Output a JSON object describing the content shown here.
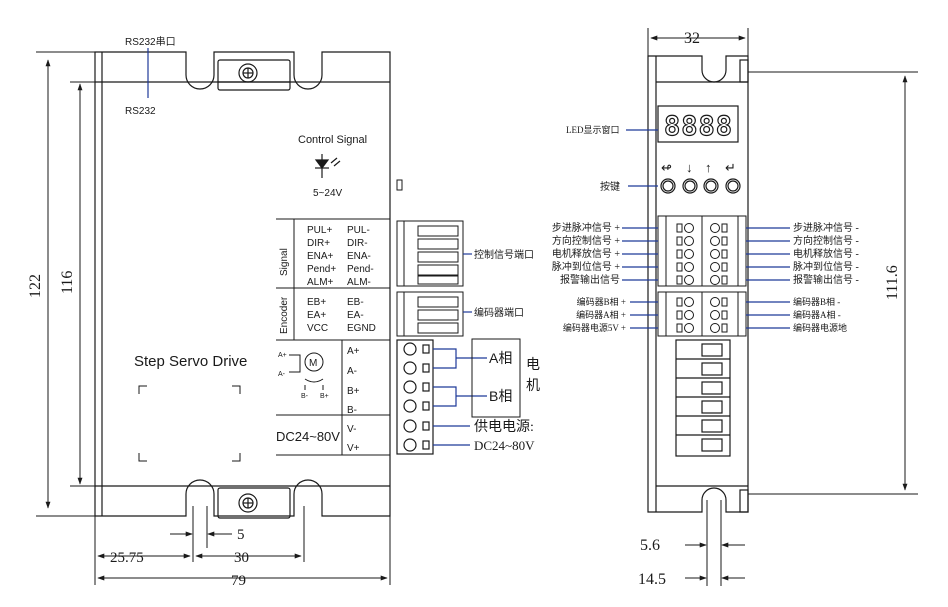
{
  "front": {
    "rs232_port_cn": "RS232串口",
    "rs232_label": "RS232",
    "control_signal": "Control Signal",
    "voltage_range": "5~24V",
    "signal_group": "Signal",
    "encoder_group": "Encoder",
    "signal_pos": [
      "PUL+",
      "DIR+",
      "ENA+",
      "Pend+",
      "ALM+"
    ],
    "signal_neg": [
      "PUL-",
      "DIR-",
      "ENA-",
      "Pend-",
      "ALM-"
    ],
    "encoder_pos": [
      "EB+",
      "EA+",
      "VCC"
    ],
    "encoder_neg": [
      "EB-",
      "EA-",
      "EGND"
    ],
    "product_name": "Step Servo Drive",
    "motor_symbol": "M",
    "motor_terms": [
      "A+",
      "A-",
      "B-",
      "B+"
    ],
    "power_terms": [
      "A+",
      "A-",
      "B+",
      "B-",
      "V-",
      "V+"
    ],
    "dc_range": "DC24~80V",
    "control_port_cn": "控制信号端口",
    "encoder_port_cn": "编码器端口",
    "phase_a": "A相",
    "phase_b": "B相",
    "motor_cn_1": "电",
    "motor_cn_2": "机",
    "power_cn": "供电电源:",
    "power_dc": "DC24~80V"
  },
  "dimensions": {
    "height_total": "122",
    "height_inner": "116",
    "slot_width": "5",
    "left_offset": "25.75",
    "slot_spacing": "30",
    "width_total": "79",
    "side_width": "32",
    "side_height": "111.6",
    "side_slot": "5.6",
    "side_offset": "14.5"
  },
  "side": {
    "led_window": "LED显示窗口",
    "led_digits": "8888",
    "button_label": "按键",
    "arrow_icons": [
      "↫",
      "↓",
      "↑",
      "↵"
    ],
    "left_signals": [
      "步进脉冲信号 +",
      "方向控制信号 +",
      "电机释放信号 +",
      "脉冲到位信号 +",
      "报警输出信号"
    ],
    "right_signals": [
      "步进脉冲信号 -",
      "方向控制信号 -",
      "电机释放信号 -",
      "脉冲到位信号 -",
      "报警输出信号 -"
    ],
    "left_encoder": [
      "编码器B相 +",
      "编码器A相 +",
      "编码器电源5V +"
    ],
    "right_encoder": [
      "编码器B相 -",
      "编码器A相 -",
      "编码器电源地"
    ]
  }
}
